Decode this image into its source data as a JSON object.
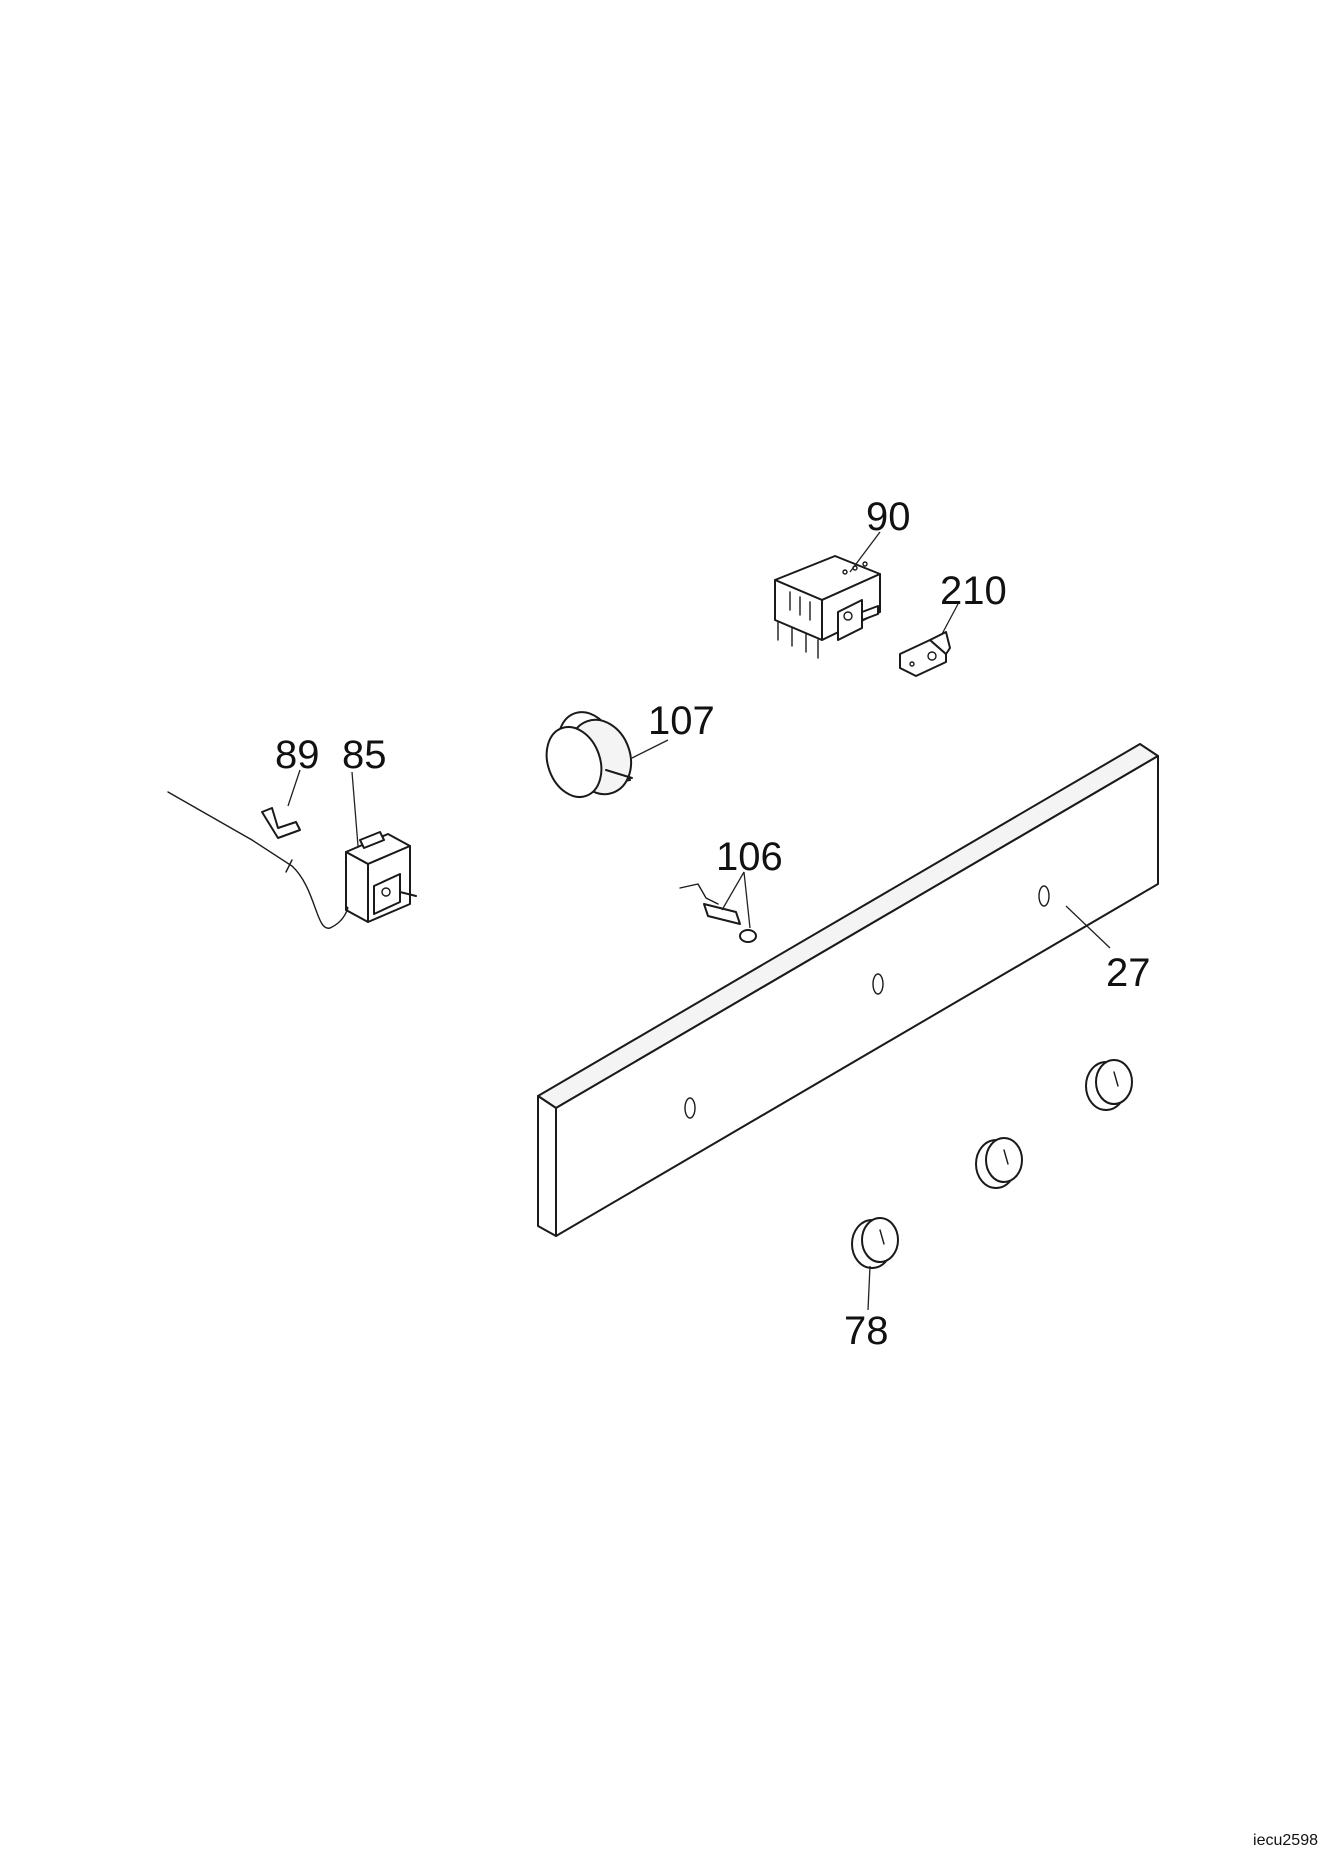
{
  "callouts": {
    "c90": "90",
    "c210": "210",
    "c107": "107",
    "c89": "89",
    "c85": "85",
    "c106": "106",
    "c27": "27",
    "c78": "78"
  },
  "document_code": "iecu2598"
}
